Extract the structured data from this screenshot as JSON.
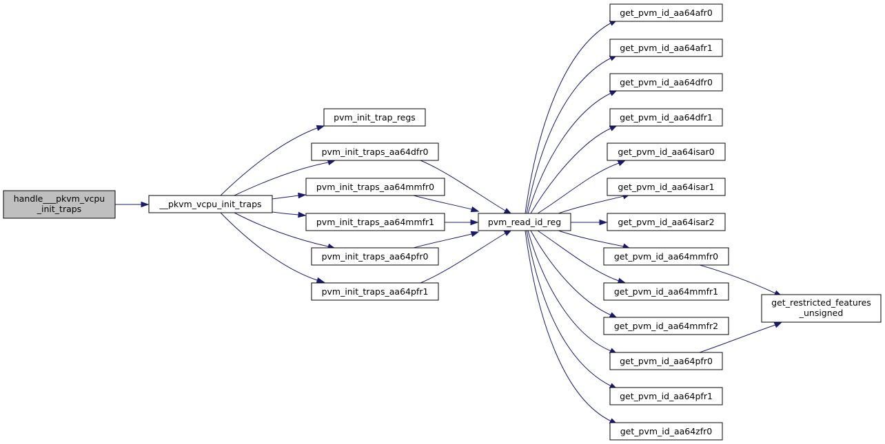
{
  "colors": {
    "edge": "#191970",
    "node_fill": "#ffffff",
    "root_fill": "#bfbfbf",
    "border": "#000000"
  },
  "nodes": {
    "root": [
      "handle___pkvm_vcpu",
      "_init_traps"
    ],
    "init_traps": "__pkvm_vcpu_init_traps",
    "trap_regs": "pvm_init_trap_regs",
    "traps_dfr0": "pvm_init_traps_aa64dfr0",
    "traps_mmfr0": "pvm_init_traps_aa64mmfr0",
    "traps_mmfr1": "pvm_init_traps_aa64mmfr1",
    "traps_pfr0": "pvm_init_traps_aa64pfr0",
    "traps_pfr1": "pvm_init_traps_aa64pfr1",
    "read_id_reg": "pvm_read_id_reg",
    "afr0": "get_pvm_id_aa64afr0",
    "afr1": "get_pvm_id_aa64afr1",
    "dfr0": "get_pvm_id_aa64dfr0",
    "dfr1": "get_pvm_id_aa64dfr1",
    "isar0": "get_pvm_id_aa64isar0",
    "isar1": "get_pvm_id_aa64isar1",
    "isar2": "get_pvm_id_aa64isar2",
    "mmfr0": "get_pvm_id_aa64mmfr0",
    "mmfr1": "get_pvm_id_aa64mmfr1",
    "mmfr2": "get_pvm_id_aa64mmfr2",
    "pfr0": "get_pvm_id_aa64pfr0",
    "pfr1": "get_pvm_id_aa64pfr1",
    "zfr0": "get_pvm_id_aa64zfr0",
    "restricted": [
      "get_restricted_features",
      "_unsigned"
    ]
  }
}
